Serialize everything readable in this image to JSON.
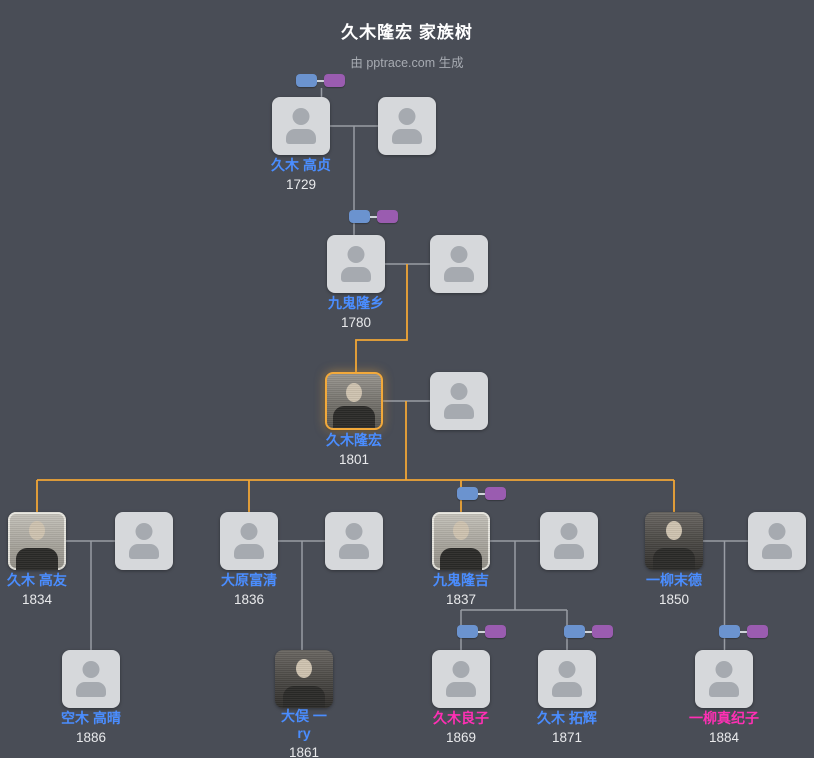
{
  "page": {
    "title": "久木隆宏 家族树",
    "subtitle": "由 pptrace.com 生成"
  },
  "colors": {
    "background": "#494d56",
    "card": "#d6d8db",
    "icon": "#a6aab0",
    "title_text": "#ffffff",
    "subtitle_text": "#a7abb2",
    "year_text": "#e9eaec",
    "male_name": "#4a8dff",
    "female_name": "#ff2fb4",
    "highlight": "#f2a93b",
    "line": "#999da4",
    "lineage_line": "#f0a636",
    "badge_blue": "#6b93cf",
    "badge_purple": "#9a5cb0"
  },
  "people": [
    {
      "name": "久木 高贞",
      "year": "1729",
      "gender": "male"
    },
    {
      "name": "九鬼隆乡",
      "year": "1780",
      "gender": "male"
    },
    {
      "name": "久木隆宏",
      "year": "1801",
      "gender": "male",
      "focal": true
    },
    {
      "name": "久木 高友",
      "year": "1834",
      "gender": "male"
    },
    {
      "name": "大原富清",
      "year": "1836",
      "gender": "male"
    },
    {
      "name": "九鬼隆吉",
      "year": "1837",
      "gender": "male"
    },
    {
      "name": "一柳末德",
      "year": "1850",
      "gender": "male"
    },
    {
      "name": "空木 高晴",
      "year": "1886",
      "gender": "male"
    },
    {
      "name": "大俣 一ry",
      "year": "1861",
      "gender": "male"
    },
    {
      "name": "久木良子",
      "year": "1869",
      "gender": "female"
    },
    {
      "name": "久木 拓辉",
      "year": "1871",
      "gender": "male"
    },
    {
      "name": "一柳真纪子",
      "year": "1884",
      "gender": "female"
    }
  ]
}
